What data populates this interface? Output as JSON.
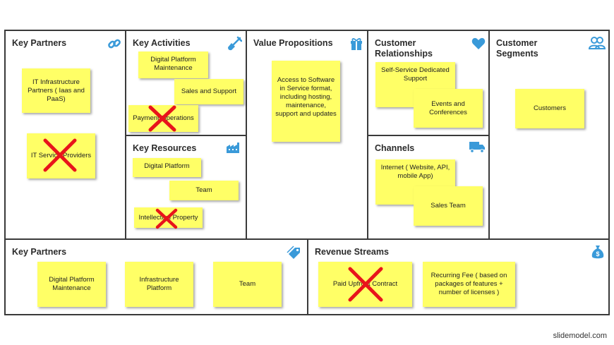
{
  "blocks": {
    "key_partners": {
      "title": "Key Partners",
      "icon": "link-icon",
      "notes": [
        "IT Infrastructure Partners ( Iaas and PaaS)",
        "IT Service Providers"
      ]
    },
    "key_activities": {
      "title": "Key Activities",
      "icon": "shovel-icon",
      "notes": [
        "Digital Platform Maintenance",
        "Sales and Support",
        "Payment Operations"
      ]
    },
    "key_resources": {
      "title": "Key Resources",
      "icon": "factory-icon",
      "notes": [
        "Digital Platform",
        "Team",
        "Intellectual Property"
      ]
    },
    "value_propositions": {
      "title": "Value Propositions",
      "icon": "gift-icon",
      "notes": [
        "Access to Software in Service format, including hosting, maintenance, support and updates"
      ]
    },
    "customer_relationships": {
      "title": "Customer Relationships",
      "icon": "heart-icon",
      "notes": [
        "Self-Service Dedicated Support",
        "Events and Conferences"
      ]
    },
    "channels": {
      "title": "Channels",
      "icon": "truck-icon",
      "notes": [
        "Internet ( Website, API, mobile App)",
        "Sales Team"
      ]
    },
    "customer_segments": {
      "title": "Customer Segments",
      "icon": "users-icon",
      "notes": [
        "Customers"
      ]
    },
    "cost_structure": {
      "title": "Key Partners",
      "icon": "tag-icon",
      "notes": [
        "Digital Platform Maintenance",
        "Infrastructure Platform",
        "Team"
      ]
    },
    "revenue_streams": {
      "title": "Revenue Streams",
      "icon": "money-bag-icon",
      "notes": [
        "Paid Upfront Contract",
        "Recurring Fee ( based on packages of features + number of licenses )"
      ]
    }
  },
  "colors": {
    "note": "#ffff66",
    "cross": "#e8141b",
    "icon": "#3a9ad9",
    "border": "#3a3a3a"
  },
  "footer": "slidemodel.com"
}
